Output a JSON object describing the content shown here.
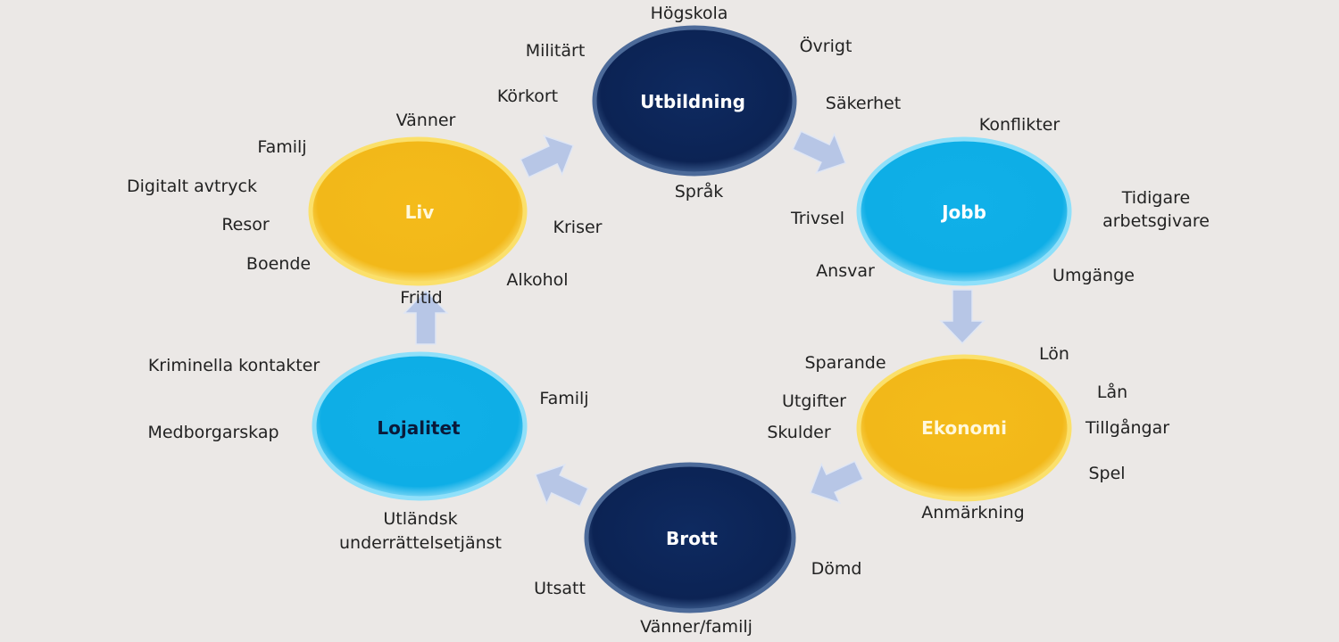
{
  "colors": {
    "dark_blue": "#0d2556",
    "light_blue": "#12b4ea",
    "yellow": "#f4bd1c",
    "arrow": "#b7c6e6",
    "background": "#ebe8e6"
  },
  "nodes": {
    "utbildning": {
      "title": "Utbildning",
      "labels": [
        "Högskola",
        "Övrigt",
        "Militärt",
        "Körkort",
        "Säkerhet",
        "Språk"
      ]
    },
    "jobb": {
      "title": "Jobb",
      "labels": [
        "Konflikter",
        "Tidigare",
        "arbetsgivare",
        "Trivsel",
        "Ansvar",
        "Umgänge"
      ]
    },
    "ekonomi": {
      "title": "Ekonomi",
      "labels": [
        "Sparande",
        "Lön",
        "Utgifter",
        "Lån",
        "Skulder",
        "Tillgångar",
        "Spel",
        "Anmärkning"
      ]
    },
    "brott": {
      "title": "Brott",
      "labels": [
        "Dömd",
        "Utsatt",
        "Vänner/familj"
      ]
    },
    "lojalitet": {
      "title": "Lojalitet",
      "labels": [
        "Kriminella kontakter",
        "Familj",
        "Medborgarskap",
        "Utländsk",
        "underrättelsetjänst"
      ]
    },
    "liv": {
      "title": "Liv",
      "labels": [
        "Vänner",
        "Familj",
        "Digitalt avtryck",
        "Resor",
        "Kriser",
        "Boende",
        "Alkohol",
        "Fritid"
      ]
    }
  }
}
